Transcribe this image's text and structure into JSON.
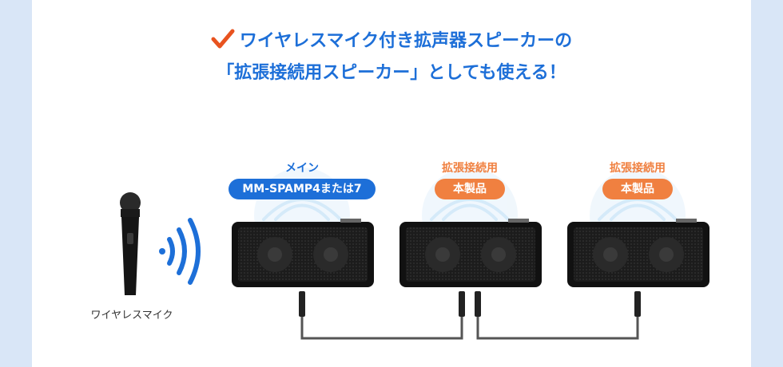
{
  "headline": {
    "line1": "ワイヤレスマイク付き拡声器スピーカーの",
    "line2": "「拡張接続用スピーカー」としても使える！"
  },
  "main_speaker": {
    "top_label": "メイン",
    "pill_label": "MM-SPAMP4または7",
    "pill_color": "#1d6fd8"
  },
  "ext_speaker_1": {
    "top_label": "拡張接続用",
    "pill_label": "本製品",
    "pill_color": "#f08040"
  },
  "ext_speaker_2": {
    "top_label": "拡張接続用",
    "pill_label": "本製品",
    "pill_color": "#f08040"
  },
  "microphone": {
    "label": "ワイヤレスマイク"
  },
  "colors": {
    "accent_blue": "#1d6fd8",
    "accent_orange": "#f08040",
    "wave_blue": "#8ec9f0"
  },
  "icons": [
    "check-icon",
    "wireless-wave-icon",
    "microphone-icon",
    "speaker-icon",
    "audio-cable-icon"
  ]
}
